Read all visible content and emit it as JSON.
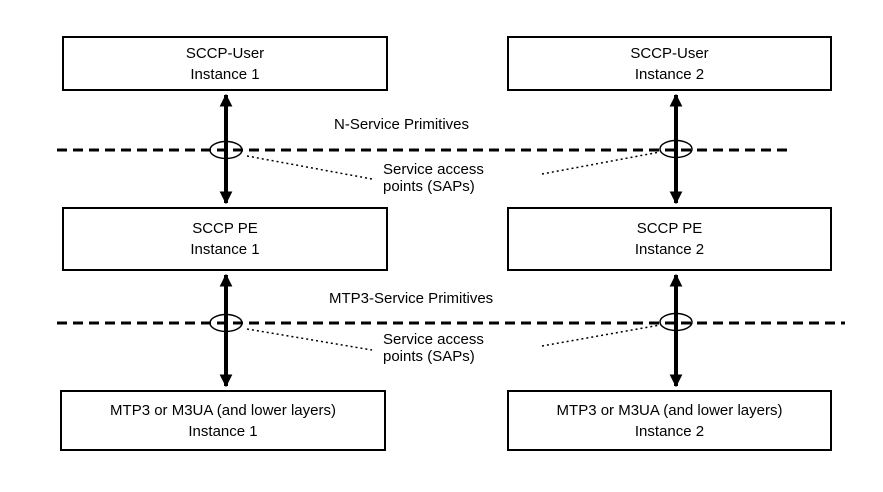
{
  "diagram": {
    "boxes": {
      "sccp_user_1": {
        "title": "SCCP-User",
        "subtitle": "Instance 1"
      },
      "sccp_user_2": {
        "title": "SCCP-User",
        "subtitle": "Instance 2"
      },
      "sccp_pe_1": {
        "title": "SCCP PE",
        "subtitle": "Instance 1"
      },
      "sccp_pe_2": {
        "title": "SCCP PE",
        "subtitle": "Instance 2"
      },
      "mtp3_1": {
        "title": "MTP3 or M3UA (and lower layers)",
        "subtitle": "Instance 1"
      },
      "mtp3_2": {
        "title": "MTP3 or M3UA (and lower layers)",
        "subtitle": "Instance 2"
      }
    },
    "labels": {
      "n_service_primitives": "N-Service Primitives",
      "mtp3_service_primitives": "MTP3-Service Primitives",
      "sap_upper_line1": "Service access",
      "sap_upper_line2": "points (SAPs)",
      "sap_lower_line1": "Service access",
      "sap_lower_line2": "points (SAPs)"
    },
    "colors": {
      "line": "#000000",
      "background": "#ffffff"
    }
  }
}
